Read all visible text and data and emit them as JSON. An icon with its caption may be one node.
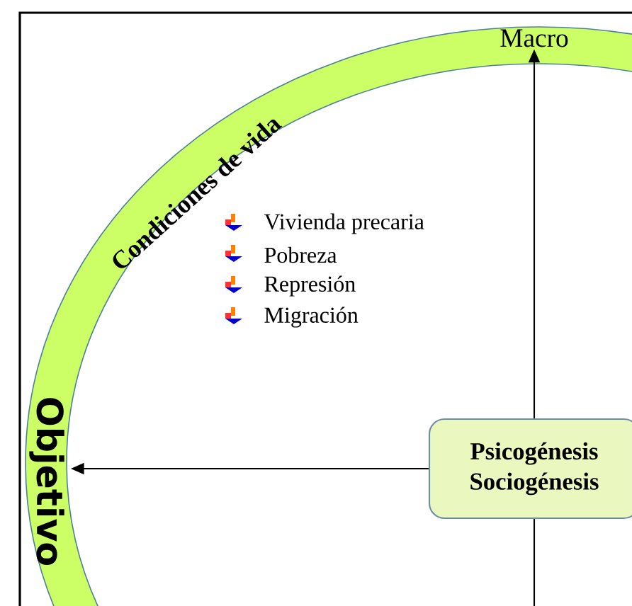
{
  "diagram": {
    "nodes": [
      {
        "text": [
          "Condiciones de vida"
        ]
      },
      {
        "text": [
          "Macro"
        ],
        "in": 0
      },
      {
        "text": [
          "Objetivo"
        ],
        "in": 0
      },
      {
        "text": [
          "Psicogénesis Sociogénesis"
        ],
        "in": 0
      }
    ],
    "edges": [
      {
        "from": 3,
        "to": 1,
        "arrow": "to"
      },
      {
        "from": 3,
        "to": 2,
        "arrow": "to"
      },
      {
        "from": 3,
        "to": 0,
        "arrow": "none"
      }
    ],
    "labels": [
      "Vivienda precaria",
      "Pobreza",
      "Represión",
      "Migración"
    ]
  }
}
